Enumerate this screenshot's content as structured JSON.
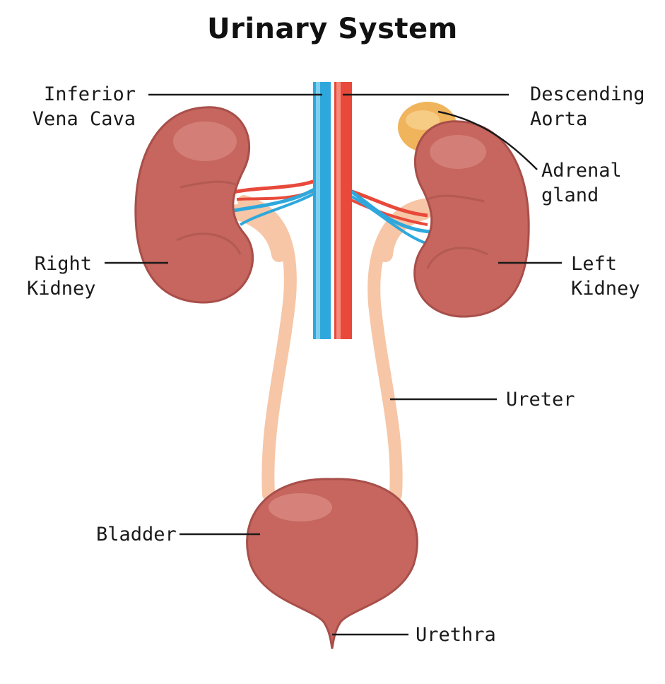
{
  "title": "Urinary System",
  "labels": {
    "inferior_vena_cava": [
      "Inferior",
      "Vena Cava"
    ],
    "descending_aorta": [
      "Descending",
      "Aorta"
    ],
    "adrenal_gland": [
      "Adrenal",
      "gland"
    ],
    "right_kidney": [
      "Right",
      "Kidney"
    ],
    "left_kidney": [
      "Left",
      "Kidney"
    ],
    "ureter": "Ureter",
    "bladder": "Bladder",
    "urethra": "Urethra"
  },
  "colors": {
    "kidney": "#c6665e",
    "kidney_dark": "#a84f4a",
    "kidney_highlight": "#d98a82",
    "vein": "#2ea8dc",
    "artery": "#e8493a",
    "ureter": "#f6c6a6",
    "adrenal": "#f0b45c",
    "leader": "#1a1a1a"
  }
}
